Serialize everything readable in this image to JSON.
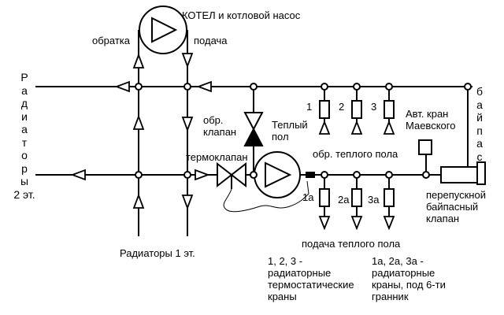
{
  "title": "КОТЕЛ и котловой насос",
  "labels": {
    "return_top": "обратка",
    "supply_top": "подача",
    "radiators_2": "Радиаторы 2 эт.",
    "radiators_1": "Радиаторы 1 эт.",
    "check_valve": "обр. клапан",
    "warm_floor": "Теплый пол",
    "thermo_valve": "термоклапан",
    "auto_vent": "Авт. кран Маевского",
    "bypass": "байпас",
    "bypass_valve": "перепускной байпасный клапан",
    "floor_return": "обр. теплого пола",
    "floor_supply": "подача теплого пола",
    "note_1": "1, 2, 3 - радиаторные термостатические краны",
    "note_2": "1а, 2а, 3а - радиаторные краны, под 6-ти гранник"
  },
  "valves_top": [
    "1",
    "2",
    "3"
  ],
  "valves_bottom": [
    "1а",
    "2а",
    "3а"
  ],
  "legend_vertical": {
    "radiators_2_lines": [
      "Р",
      "а",
      "д",
      "и",
      "а",
      "т",
      "о",
      "р",
      "ы",
      "2 эт."
    ],
    "bypass_lines": [
      "б",
      "а",
      "й",
      "п",
      "а",
      "с"
    ]
  },
  "text_lines": {
    "check_valve": [
      "обр.",
      "клапан"
    ],
    "warm_floor": [
      "Теплый",
      "пол"
    ],
    "auto_vent": [
      "Авт. кран",
      "Маевского"
    ],
    "bypass_valve": [
      "перепускной",
      "байпасный",
      "клапан"
    ],
    "note_1": [
      "1, 2, 3 -",
      "радиаторные",
      "термостатические",
      "краны"
    ],
    "note_2": [
      "1а, 2а, 3а -",
      "радиаторные",
      "краны, под 6-ти",
      "гранник"
    ]
  }
}
